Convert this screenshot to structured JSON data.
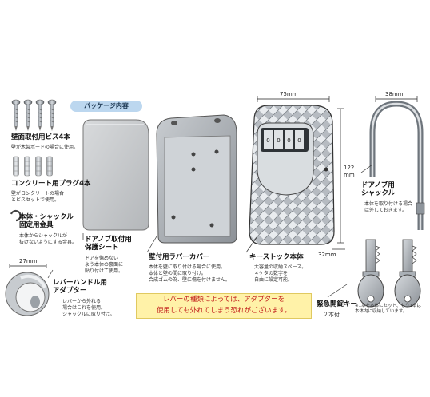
{
  "header": {
    "package_badge": "パッケージ内容"
  },
  "items": {
    "screws": {
      "title": "壁面取付用ビス4本",
      "desc": "壁が木製ボードの場合に使用。"
    },
    "plugs": {
      "title": "コンクリート用プラグ4本",
      "desc_lines": [
        "壁がコンクリートの場合",
        "とビスセットで使用。"
      ]
    },
    "shackle_bracket": {
      "title_lines": [
        "本体・シャックル",
        "固定用金具"
      ],
      "desc_lines": [
        "本体からシャックルが",
        "抜けないようにする金具。"
      ]
    },
    "lever_adapter": {
      "title_lines": [
        "レバーハンドル用",
        "アダプター"
      ],
      "desc_lines": [
        "レバーから外れる",
        "場合はこれを使用。",
        "シャックルに取り付け。"
      ]
    },
    "door_sheet": {
      "title_lines": [
        "ドアノブ取付用",
        "保護シート"
      ],
      "desc_lines": [
        "ドアを傷めない",
        "よう本体の裏面に",
        "貼り付けて使用。"
      ]
    },
    "rubber_cover": {
      "title": "壁付用ラバーカバー",
      "desc_lines": [
        "本体を壁に取り付ける場合に使用。",
        "本体と壁の間に取り付け。",
        "合成ゴムの為、壁に傷を付けません。"
      ]
    },
    "key_stock": {
      "title": "キーストック本体",
      "desc_lines": [
        "大容量の収納スペース。",
        "４ケタの数字を",
        "自由に設定可能。"
      ]
    },
    "door_shackle": {
      "title_lines": [
        "ドアノブ用",
        "シャックル"
      ],
      "desc_lines": [
        "本体を取り付ける場合",
        "は外しておきます。"
      ]
    },
    "emergency_key": {
      "title": "緊急開錠キー",
      "count": "２本付",
      "note_lines": [
        "※1本を本体にセット、もう1本は",
        "本体内に収納しています。"
      ]
    }
  },
  "dimensions": {
    "width": "75mm",
    "height_num": "122",
    "height_unit": "mm",
    "depth": "32mm",
    "shackle": "38mm",
    "adapter": "27mm"
  },
  "notice_lines": [
    "レバーの種類によっては、アダプターを",
    "使用しても外れてしまう恐れがございます。"
  ],
  "colors": {
    "badge_bg": "#bcd7ef",
    "notice_bg": "#fff2a8",
    "notice_text": "#c01818",
    "metal": "#8e959c",
    "body_shell": "#b9bec4"
  }
}
